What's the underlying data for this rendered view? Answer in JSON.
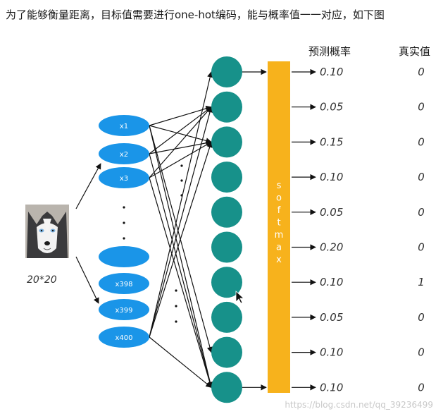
{
  "caption": "为了能够衡量距离，目标值需要进行one-hot编码，能与概率值一一对应，如下图",
  "headers": {
    "predicted": "预测概率",
    "true": "真实值"
  },
  "input_size_label": "20*20",
  "inputs": [
    "x1",
    "x2",
    "x3",
    "",
    "x398",
    "x399",
    "x400"
  ],
  "softmax_label": "softmax",
  "rows": [
    {
      "prob": "0.10",
      "truth": "0"
    },
    {
      "prob": "0.05",
      "truth": "0"
    },
    {
      "prob": "0.15",
      "truth": "0"
    },
    {
      "prob": "0.10",
      "truth": "0"
    },
    {
      "prob": "0.05",
      "truth": "0"
    },
    {
      "prob": "0.20",
      "truth": "0"
    },
    {
      "prob": "0.10",
      "truth": "1"
    },
    {
      "prob": "0.05",
      "truth": "0"
    },
    {
      "prob": "0.10",
      "truth": "0"
    },
    {
      "prob": "0.10",
      "truth": "0"
    }
  ],
  "watermark": "https://blog.csdn.net/qq_39236499",
  "colors": {
    "input_node": "#1a95e8",
    "output_node": "#17918a",
    "softmax_bar": "#f7b21c"
  },
  "icons": {
    "input_image": "husky-dog-photo"
  }
}
